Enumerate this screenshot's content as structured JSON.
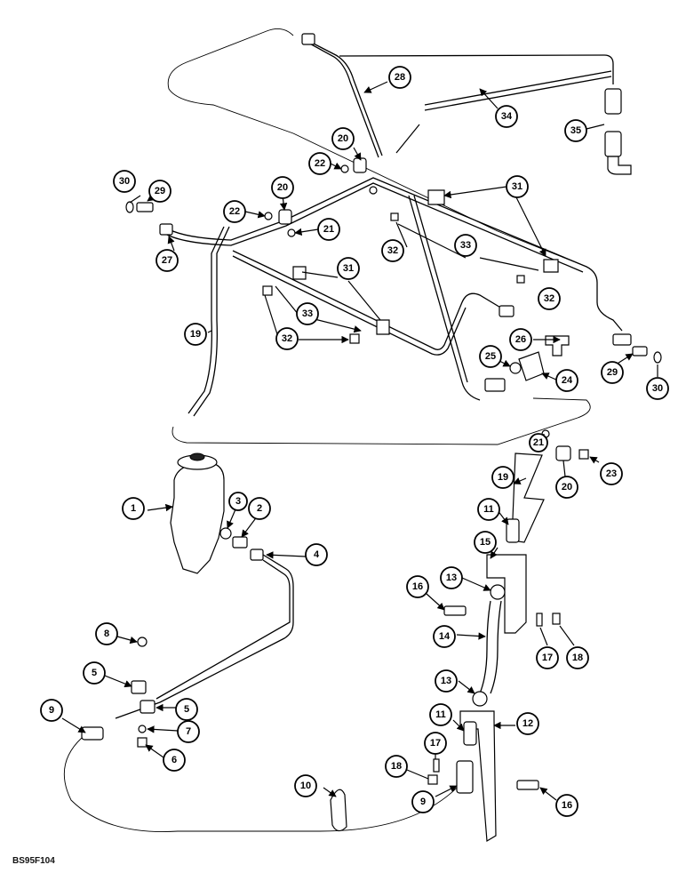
{
  "figure_code": "BS95F104",
  "callout_labels": [
    "1",
    "2",
    "3",
    "4",
    "5",
    "6",
    "7",
    "8",
    "9",
    "10",
    "11",
    "12",
    "13",
    "14",
    "15",
    "16",
    "17",
    "18",
    "19",
    "20",
    "21",
    "22",
    "23",
    "24",
    "25",
    "26",
    "27",
    "28",
    "29",
    "30",
    "31",
    "32",
    "33",
    "34",
    "35"
  ]
}
